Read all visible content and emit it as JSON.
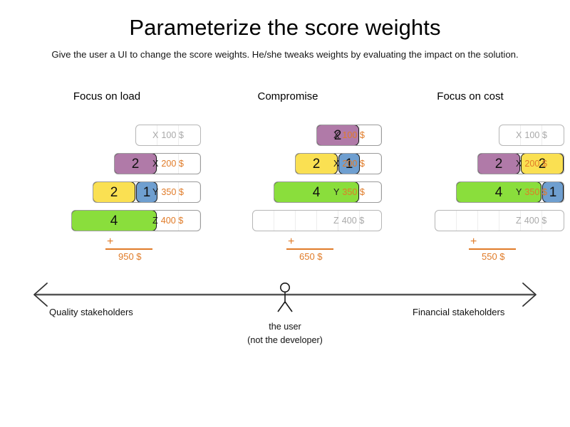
{
  "slide": {
    "title": "Parameterize the score weights",
    "subtitle": "Give the user a UI to change the score weights. He/she tweaks weights by evaluating the impact on the solution."
  },
  "colors": {
    "purple": "#b07aa8",
    "yellow": "#fae052",
    "blue": "#6f9fd0",
    "green": "#8ade3c",
    "orange": "#e07b28",
    "muted": "#a9a9a9",
    "track_border": "#9b9b9b",
    "block_border": "#1b1b1b"
  },
  "scenarios": [
    {
      "title": "Focus on load",
      "sum_symbol": "+",
      "total": "950 $",
      "rows": [
        {
          "key": "X",
          "cost": "100 $",
          "muted": true,
          "capacity": 3,
          "blocks": []
        },
        {
          "key": "X",
          "cost": "200 $",
          "muted": false,
          "capacity": 4,
          "blocks": [
            {
              "value": "2",
              "units": 2,
              "color": "purple"
            }
          ]
        },
        {
          "key": "Y",
          "cost": "350 $",
          "muted": false,
          "capacity": 5,
          "blocks": [
            {
              "value": "2",
              "units": 2,
              "color": "yellow"
            },
            {
              "value": "1",
              "units": 1,
              "color": "blue"
            }
          ]
        },
        {
          "key": "Z",
          "cost": "400 $",
          "muted": false,
          "capacity": 6,
          "blocks": [
            {
              "value": "4",
              "units": 4,
              "color": "green"
            }
          ]
        }
      ]
    },
    {
      "title": "Compromise",
      "sum_symbol": "+",
      "total": "650 $",
      "rows": [
        {
          "key": "X",
          "cost": "100 $",
          "muted": false,
          "capacity": 3,
          "blocks": [
            {
              "value": "2",
              "units": 2,
              "color": "purple"
            }
          ]
        },
        {
          "key": "X",
          "cost": "200 $",
          "muted": false,
          "capacity": 4,
          "blocks": [
            {
              "value": "2",
              "units": 2,
              "color": "yellow"
            },
            {
              "value": "1",
              "units": 1,
              "color": "blue"
            }
          ]
        },
        {
          "key": "Y",
          "cost": "350 $",
          "muted": false,
          "capacity": 5,
          "blocks": [
            {
              "value": "4",
              "units": 4,
              "color": "green"
            }
          ]
        },
        {
          "key": "Z",
          "cost": "400 $",
          "muted": true,
          "capacity": 6,
          "blocks": []
        }
      ]
    },
    {
      "title": "Focus on cost",
      "sum_symbol": "+",
      "total": "550 $",
      "rows": [
        {
          "key": "X",
          "cost": "100 $",
          "muted": true,
          "capacity": 3,
          "blocks": []
        },
        {
          "key": "X",
          "cost": "200 $",
          "muted": false,
          "capacity": 4,
          "blocks": [
            {
              "value": "2",
              "units": 2,
              "color": "purple"
            },
            {
              "value": "2",
              "units": 2,
              "color": "yellow"
            }
          ]
        },
        {
          "key": "Y",
          "cost": "350 $",
          "muted": false,
          "capacity": 5,
          "blocks": [
            {
              "value": "4",
              "units": 4,
              "color": "green"
            },
            {
              "value": "1",
              "units": 1,
              "color": "blue"
            }
          ]
        },
        {
          "key": "Z",
          "cost": "400 $",
          "muted": true,
          "capacity": 6,
          "blocks": []
        }
      ]
    }
  ],
  "spectrum": {
    "left_label": "Quality stakeholders",
    "right_label": "Financial stakeholders",
    "user_caption_line1": "the user",
    "user_caption_line2": "(not the developer)"
  }
}
